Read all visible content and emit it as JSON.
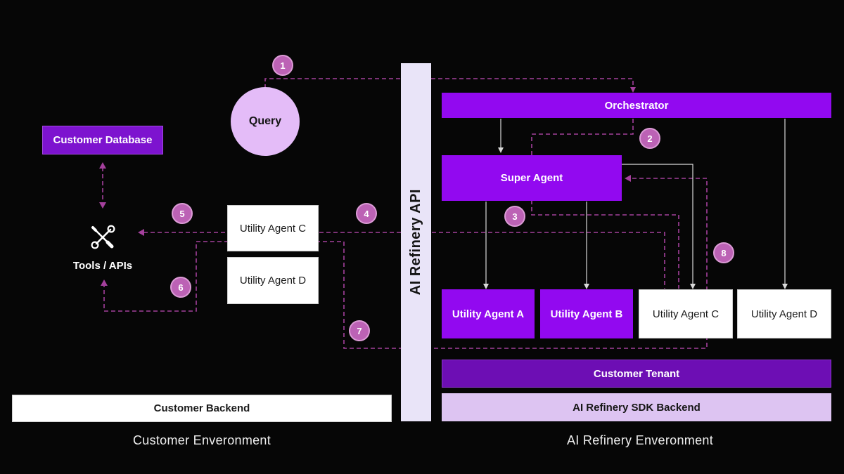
{
  "diagram": {
    "left_environment_label": "Customer Enveronment",
    "right_environment_label": "AI Refinery Enveronment",
    "api_bar_label": "AI Refinery API",
    "nodes": {
      "customer_database": "Customer Database",
      "query": "Query",
      "tools_apis": "Tools / APIs",
      "utility_agent_c_left": "Utility Agent C",
      "utility_agent_d_left": "Utility Agent D",
      "customer_backend": "Customer Backend",
      "orchestrator": "Orchestrator",
      "super_agent": "Super Agent",
      "utility_agent_a": "Utility Agent A",
      "utility_agent_b": "Utility Agent B",
      "utility_agent_c_right": "Utility Agent C",
      "utility_agent_d_right": "Utility Agent D",
      "customer_tenant": "Customer Tenant",
      "sdk_backend": "AI Refinery SDK Backend"
    },
    "steps": [
      "1",
      "2",
      "3",
      "4",
      "5",
      "6",
      "7",
      "8"
    ],
    "colors": {
      "background": "#060606",
      "purple_bright": "#9209F0",
      "purple_database": "#7D13CF",
      "purple_tenant": "#6D0EB4",
      "lavender_light": "#E9E4F8",
      "purple_pale": "#DDC4F2",
      "query_fill": "#E4BCF8",
      "white_box": "#FFFFFF",
      "step_circle_fill": "#BC62B5",
      "step_circle_border": "#DC9CD6",
      "dash_line": "#A4409C",
      "solid_line": "#D9D9D9"
    }
  }
}
